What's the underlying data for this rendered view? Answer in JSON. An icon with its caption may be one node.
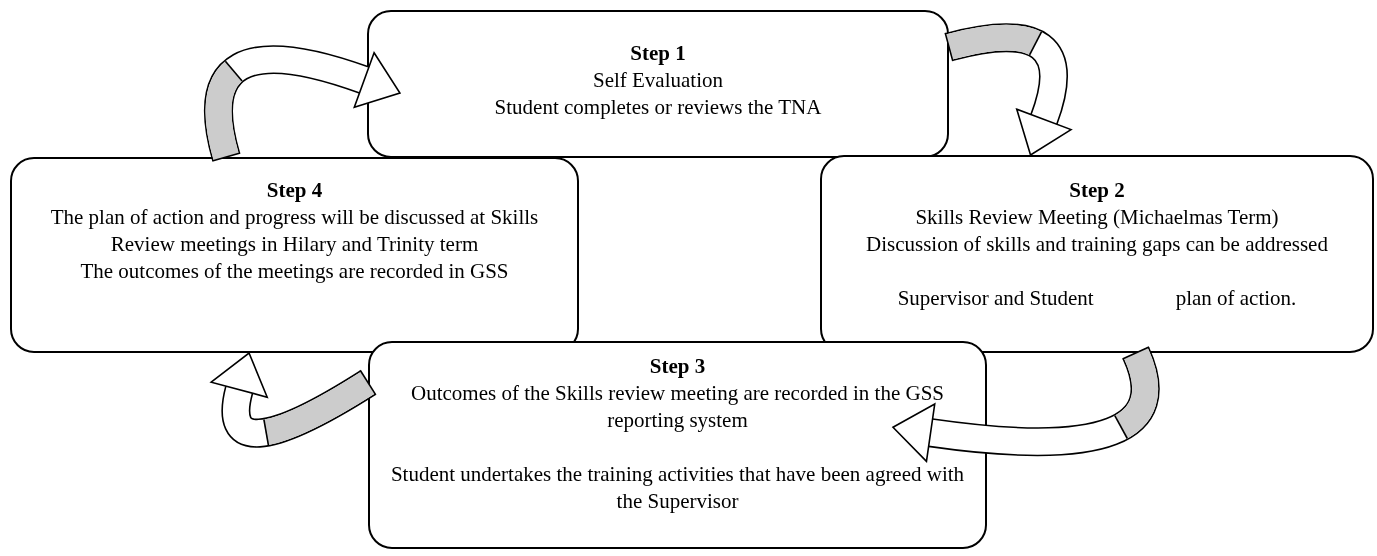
{
  "diagram": {
    "nodes": [
      {
        "text": [
          "Step 1",
          "Self Evaluation",
          "Student completes or reviews the TNA"
        ]
      },
      {
        "text": [
          "Step 2",
          "Skills Review Meeting (Michaelmas Term)",
          "Discussion of skills and training gaps can be addressed",
          "Supervisor and Student",
          "plan of action."
        ]
      },
      {
        "text": [
          "Step 3",
          "Outcomes of the Skills review meeting are recorded in the GSS reporting system",
          "Student undertakes the training activities that have been agreed with the Supervisor"
        ]
      },
      {
        "text": [
          "Step 4",
          "The plan of action and progress will be discussed at Skills Review meetings in Hilary and Trinity term",
          "The outcomes of the meetings are recorded in GSS"
        ]
      }
    ],
    "edges": [
      {
        "from": 0,
        "to": 1,
        "arrow": "to"
      },
      {
        "from": 1,
        "to": 2,
        "arrow": "to"
      },
      {
        "from": 2,
        "to": 3,
        "arrow": "to"
      },
      {
        "from": 3,
        "to": 0,
        "arrow": "to"
      }
    ]
  }
}
